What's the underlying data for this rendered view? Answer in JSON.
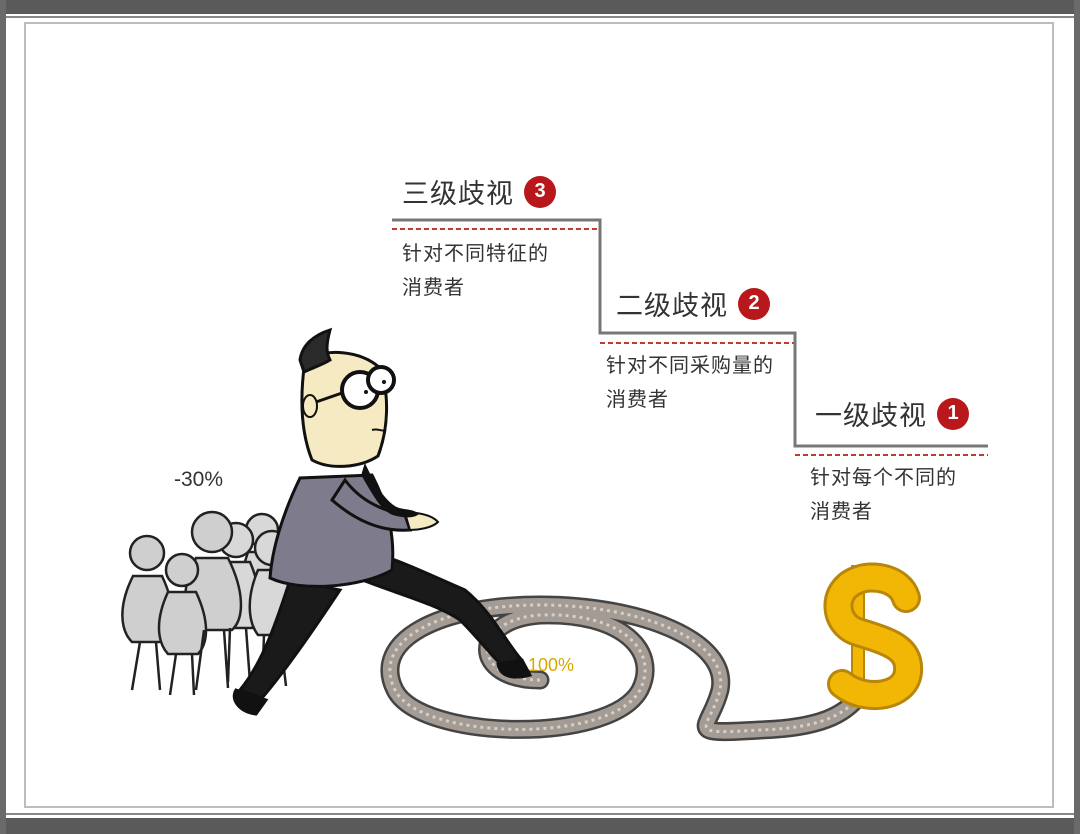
{
  "levels": [
    {
      "title": "三级歧视",
      "badge": "3",
      "desc_line1": "针对不同特征的",
      "desc_line2": "消费者"
    },
    {
      "title": "二级歧视",
      "badge": "2",
      "desc_line1": "针对不同采购量的",
      "desc_line2": "消费者"
    },
    {
      "title": "一级歧视",
      "badge": "1",
      "desc_line1": "针对每个不同的",
      "desc_line2": "消费者"
    }
  ],
  "labels": {
    "crowd_percent": "-30%",
    "spiral_percent": "100%"
  },
  "icons": {
    "currency": "dollar-sign-icon"
  },
  "colors": {
    "badge": "#b8181c",
    "dollar": "#f2b705",
    "suit": "#7d7b8c",
    "skin": "#f5eac2",
    "rope": "#a39b94",
    "people": "#d8d8d8"
  }
}
